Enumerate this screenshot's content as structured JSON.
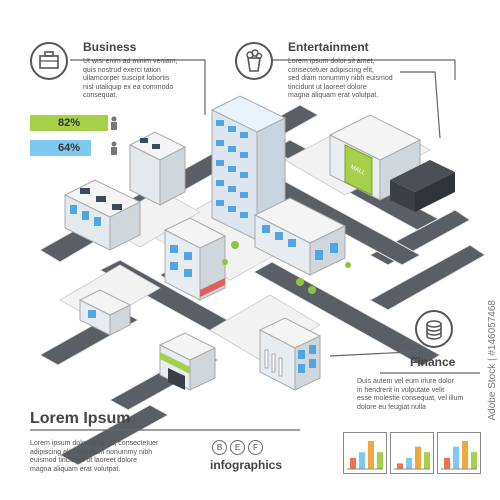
{
  "business": {
    "title": "Business",
    "text": "Ut wisi enim ad minim veniam,\nquis nostrud exerci tation\nullamcorper suscipit lobortis\nnisl utaliquip ex ea commodo\nconsequat.",
    "icon": "briefcase-icon"
  },
  "entertainment": {
    "title": "Entertainment",
    "text": "Lorem ipsum dolor sit amet,\nconsectetuer adipiscing elit,\nsed diam nonummy nibh euismod\ntincidunt ut laoreet dolore\nmagna aliquam erat volutpat.",
    "icon": "popcorn-icon"
  },
  "finance": {
    "title": "Finance",
    "text": "Duis autem vel eum iriure dolor\nin hendrerit in vulputate velit\nesse molestie consequat, vel illum\ndolore eu feugiat nulla",
    "icon": "coins-icon"
  },
  "stats": [
    {
      "label": "82%",
      "value": 82,
      "color": "#a6cf4a"
    },
    {
      "label": "64%",
      "value": 64,
      "color": "#7ec9f0"
    }
  ],
  "footer": {
    "title": "Lorem Ipsum",
    "text": "Lorem ipsum dolor sit amet, consectetuer\nadipiscing elit, sed diam nonummy nibh\neuismod tincidunt ut laoreet dolore\nmagna aliquam erat volutpat.",
    "badges": [
      "B",
      "E",
      "F"
    ],
    "brand": "infographics"
  },
  "mini_charts": [
    {
      "values": [
        2,
        3,
        5,
        3
      ]
    },
    {
      "values": [
        1,
        2,
        4,
        3
      ]
    },
    {
      "values": [
        2,
        4,
        5,
        3
      ]
    }
  ],
  "bar_colors": [
    "#f07050",
    "#7ec9f0",
    "#f0a840",
    "#a6cf4a"
  ],
  "mall_sign": "MALL",
  "watermark": "Adobe Stock | #146057468"
}
